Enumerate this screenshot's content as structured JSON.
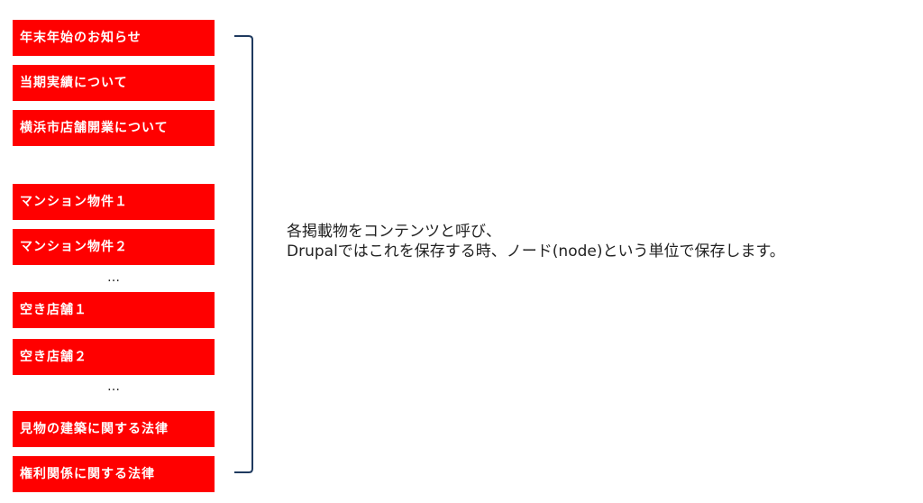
{
  "items": [
    {
      "label": "年末年始のお知らせ"
    },
    {
      "label": "当期実績について"
    },
    {
      "label": "横浜市店舗開業について"
    },
    {
      "label": "マンション物件１"
    },
    {
      "label": "マンション物件２"
    },
    {
      "label": "空き店舗１"
    },
    {
      "label": "空き店舗２"
    },
    {
      "label": "見物の建築に関する法律"
    },
    {
      "label": "権利関係に関する法律"
    }
  ],
  "ellipsis": "…",
  "description": {
    "line1": "各掲載物をコンテンツと呼び、",
    "line2": "Drupalではこれを保存する時、ノード(node)という単位で保存します。"
  },
  "colors": {
    "box_fill": "#ff0000",
    "box_text": "#ffffff",
    "bracket": "#1f3a5f"
  }
}
